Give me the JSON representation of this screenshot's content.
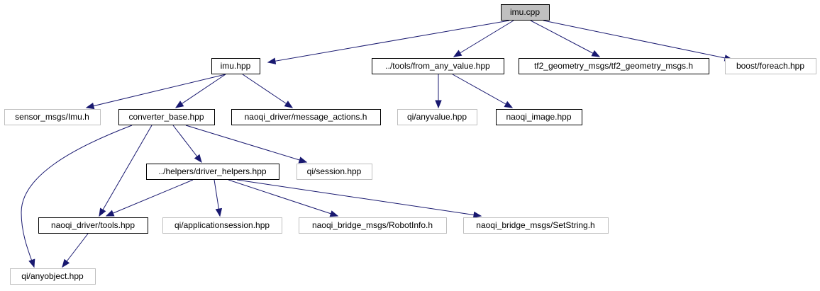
{
  "graph": {
    "colors": {
      "edge": "#191970",
      "documented_border": "#000000",
      "undocumented_border": "#bfbfbf",
      "root_fill": "#bfbfbf",
      "node_fill": "#ffffff"
    },
    "nodes": [
      {
        "id": "imu_cpp",
        "label": "imu.cpp",
        "kind": "root"
      },
      {
        "id": "imu_hpp",
        "label": "imu.hpp",
        "kind": "documented"
      },
      {
        "id": "from_any_value",
        "label": "../tools/from_any_value.hpp",
        "kind": "documented"
      },
      {
        "id": "tf2",
        "label": "tf2_geometry_msgs/tf2_geometry_msgs.h",
        "kind": "documented"
      },
      {
        "id": "boost_foreach",
        "label": "boost/foreach.hpp",
        "kind": "external"
      },
      {
        "id": "imu_h",
        "label": "sensor_msgs/Imu.h",
        "kind": "external"
      },
      {
        "id": "converter_base",
        "label": "converter_base.hpp",
        "kind": "documented"
      },
      {
        "id": "message_actions",
        "label": "naoqi_driver/message_actions.h",
        "kind": "documented"
      },
      {
        "id": "anyvalue",
        "label": "qi/anyvalue.hpp",
        "kind": "external"
      },
      {
        "id": "naoqi_image",
        "label": "naoqi_image.hpp",
        "kind": "documented"
      },
      {
        "id": "driver_helpers",
        "label": "../helpers/driver_helpers.hpp",
        "kind": "documented"
      },
      {
        "id": "session",
        "label": "qi/session.hpp",
        "kind": "external"
      },
      {
        "id": "tools",
        "label": "naoqi_driver/tools.hpp",
        "kind": "documented"
      },
      {
        "id": "appsession",
        "label": "qi/applicationsession.hpp",
        "kind": "external"
      },
      {
        "id": "robotinfo",
        "label": "naoqi_bridge_msgs/RobotInfo.h",
        "kind": "external"
      },
      {
        "id": "setstring",
        "label": "naoqi_bridge_msgs/SetString.h",
        "kind": "external"
      },
      {
        "id": "anyobject",
        "label": "qi/anyobject.hpp",
        "kind": "external"
      }
    ],
    "edges": [
      {
        "from": "imu_cpp",
        "to": "imu_hpp"
      },
      {
        "from": "imu_cpp",
        "to": "from_any_value"
      },
      {
        "from": "imu_cpp",
        "to": "tf2"
      },
      {
        "from": "imu_cpp",
        "to": "boost_foreach"
      },
      {
        "from": "imu_hpp",
        "to": "imu_h"
      },
      {
        "from": "imu_hpp",
        "to": "converter_base"
      },
      {
        "from": "imu_hpp",
        "to": "message_actions"
      },
      {
        "from": "from_any_value",
        "to": "anyvalue"
      },
      {
        "from": "from_any_value",
        "to": "naoqi_image"
      },
      {
        "from": "converter_base",
        "to": "driver_helpers"
      },
      {
        "from": "converter_base",
        "to": "session"
      },
      {
        "from": "converter_base",
        "to": "tools"
      },
      {
        "from": "converter_base",
        "to": "anyobject"
      },
      {
        "from": "driver_helpers",
        "to": "tools"
      },
      {
        "from": "driver_helpers",
        "to": "appsession"
      },
      {
        "from": "driver_helpers",
        "to": "robotinfo"
      },
      {
        "from": "driver_helpers",
        "to": "setstring"
      },
      {
        "from": "tools",
        "to": "anyobject"
      }
    ]
  }
}
